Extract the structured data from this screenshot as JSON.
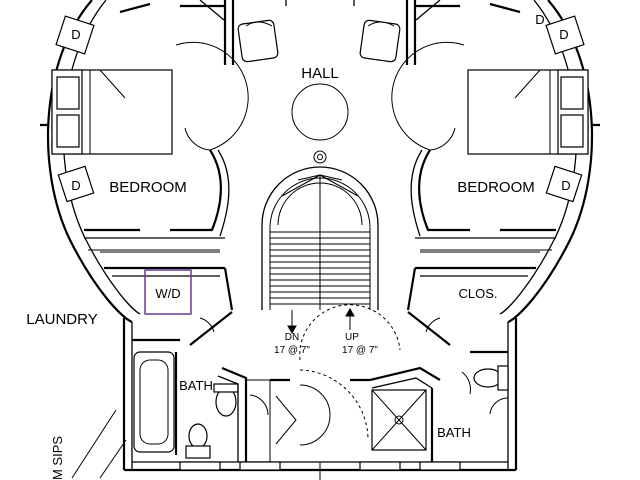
{
  "labels": {
    "hall": "HALL",
    "bedroom_left": "BEDROOM",
    "bedroom_right": "BEDROOM",
    "laundry": "LAUNDRY",
    "washer_dryer": "W/D",
    "closet": "CLOS.",
    "bath_left": "BATH",
    "bath_right": "BATH",
    "stair_down": "DN",
    "stair_down_risers": "17 @ 7\"",
    "stair_up": "UP",
    "stair_up_risers": "17 @ 7\"",
    "sips_note": "M SIPS",
    "drawer": "D"
  },
  "colors": {
    "line": "#000000",
    "washer_dryer_box": "#6a3d8f",
    "background": "#ffffff"
  }
}
